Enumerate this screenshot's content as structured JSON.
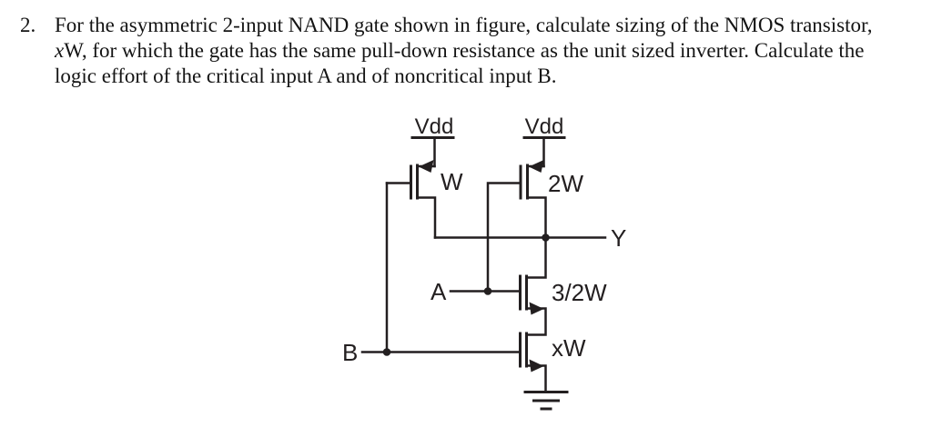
{
  "problem": {
    "number": "2.",
    "lines": [
      {
        "text": "For the asymmetric 2-input NAND gate shown in figure, calculate sizing of the NMOS transistor,"
      },
      {
        "italic_lead": "x",
        "text": "W, for which the gate has the same pull-down resistance as the unit sized inverter. Calculate the"
      },
      {
        "text": "logic effort of the critical input A and of noncritical input B."
      }
    ]
  },
  "circuit": {
    "line_color": "#231f20",
    "labels": {
      "vdd_left": "Vdd",
      "vdd_right": "Vdd",
      "pmos_left_size": "W",
      "pmos_right_size": "2W",
      "output": "Y",
      "input_a": "A",
      "nmos_top_size": "3/2W",
      "input_b": "B",
      "nmos_bottom_size": "xW"
    }
  }
}
